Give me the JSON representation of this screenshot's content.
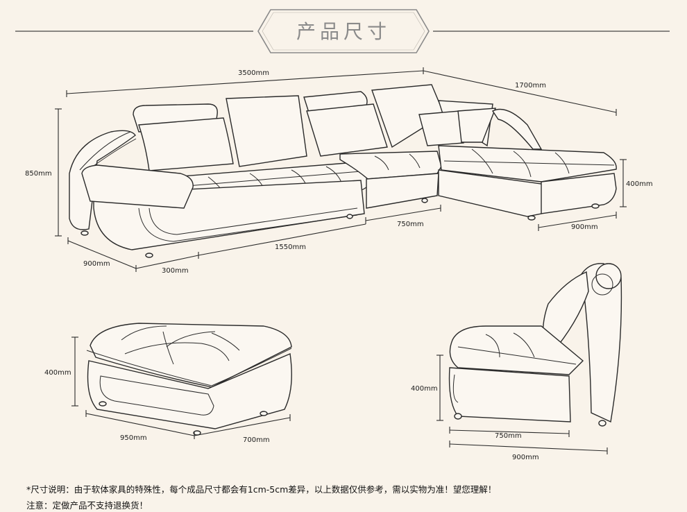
{
  "header": {
    "title": "产品尺寸"
  },
  "dimensions": {
    "sectional_total_length": "3500mm",
    "sectional_chaise_length": "1700mm",
    "sectional_height": "850mm",
    "sectional_seat_height": "400mm",
    "sectional_chaise_width": "900mm",
    "sectional_middle_seat": "750mm",
    "sectional_main_length": "1550mm",
    "sectional_depth": "900mm",
    "sectional_armrest": "300mm",
    "ottoman_height": "400mm",
    "ottoman_length": "950mm",
    "ottoman_width": "700mm",
    "chair_height": "400mm",
    "chair_width": "750mm",
    "chair_depth": "900mm"
  },
  "notes": {
    "line1": "*尺寸说明：由于软体家具的特殊性，每个成品尺寸都会有1cm-5cm差异，以上数据仅供参考，需以实物为准！望您理解！",
    "line2": "注意：定做产品不支持退换货！"
  },
  "colors": {
    "background": "#f9f3ea",
    "line": "#2a2a2a",
    "title_gray": "#8a8a8a"
  }
}
